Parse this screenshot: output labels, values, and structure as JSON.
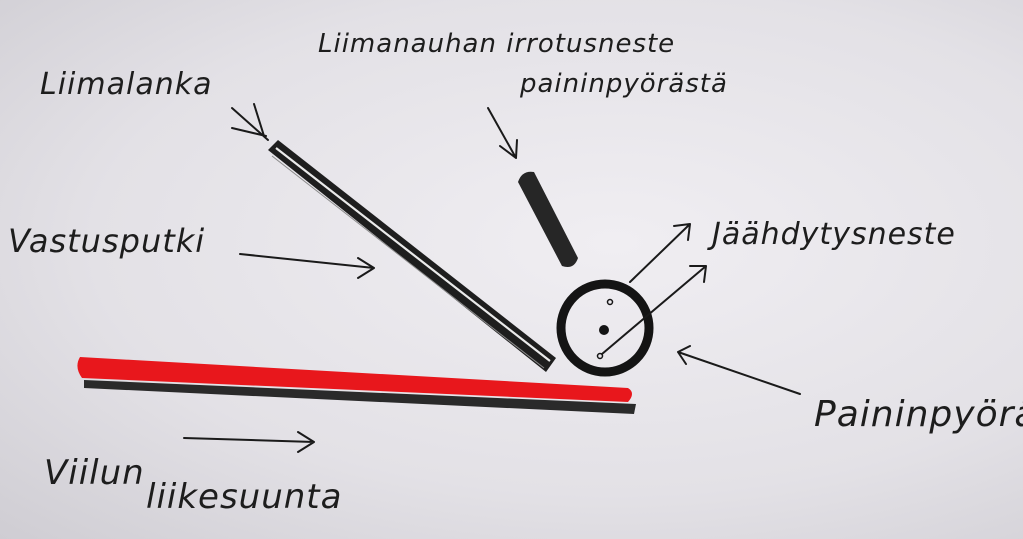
{
  "labels": {
    "glue_wire": "Liimalanka",
    "release_fluid": "Liimanauhan irrotusneste",
    "release_fluid_2": "paininpyörästä",
    "coolant": "Jäähdytysneste",
    "resistance_tube": "Vastusputki",
    "press_wheel": "Paininpyörä",
    "veneer_direction": "Viilun",
    "veneer_direction_2": "liikesuunta"
  },
  "colors": {
    "veneer_top": "#e8171c",
    "veneer_bottom": "#2a2a2a",
    "ink": "#1a1a1a"
  }
}
